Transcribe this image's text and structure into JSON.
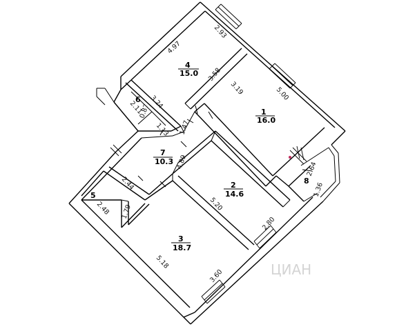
{
  "rooms": [
    {
      "number": "1",
      "area": "16.0"
    },
    {
      "number": "2",
      "area": "14.6"
    },
    {
      "number": "3",
      "area": "18.7"
    },
    {
      "number": "4",
      "area": "15.0"
    },
    {
      "number": "5",
      "area": ""
    },
    {
      "number": "6",
      "area": ""
    },
    {
      "number": "7",
      "area": "10.3"
    },
    {
      "number": "8",
      "area": ""
    }
  ],
  "dimensions": {
    "r4_top": "4.97",
    "r4_window": "2.93",
    "r4_right": "3.58",
    "r6_a": "3.24",
    "r6_b": "2.11",
    "r6_c": "0.87",
    "r6_d": "1.13",
    "r7_a": "1.47",
    "r7_b": "4.89",
    "r1_left": "3.19",
    "r1_top": "5.00",
    "r8_a": "2.64",
    "r8_b": "1.36",
    "r5_a": "2.44",
    "r5_b": "2.48",
    "r5_c": "1.79",
    "r2_a": "5.20",
    "r2_b": "2.80",
    "r3_a": "5.18",
    "r3_b": "3.60"
  },
  "watermark": "ЦИАН"
}
